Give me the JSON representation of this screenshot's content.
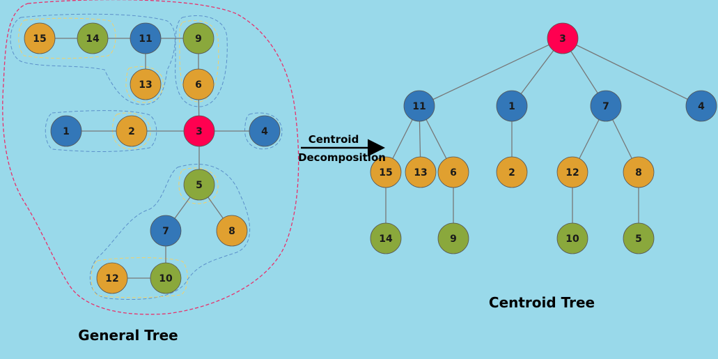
{
  "colors": {
    "background": "#99d9ea",
    "orange": "#e0a030",
    "green": "#8aa83c",
    "blue": "#3377b8",
    "red": "#ff0050",
    "edge": "#777777",
    "outer_boundary": "#e8306a",
    "inner_boundary_blue": "#5b8fc9",
    "inner_boundary_yellow": "#f2d16a"
  },
  "general_tree": {
    "caption": "General Tree",
    "nodes": {
      "15": "orange",
      "14": "green",
      "11": "blue",
      "9": "green",
      "13": "orange",
      "6": "orange",
      "1": "blue",
      "2": "orange",
      "3": "red",
      "4": "blue",
      "5": "green",
      "7": "blue",
      "8": "orange",
      "12": "orange",
      "10": "green"
    },
    "edges": [
      [
        "15",
        "14"
      ],
      [
        "14",
        "11"
      ],
      [
        "11",
        "9"
      ],
      [
        "11",
        "13"
      ],
      [
        "9",
        "6"
      ],
      [
        "6",
        "3"
      ],
      [
        "1",
        "2"
      ],
      [
        "2",
        "3"
      ],
      [
        "3",
        "4"
      ],
      [
        "3",
        "5"
      ],
      [
        "5",
        "7"
      ],
      [
        "5",
        "8"
      ],
      [
        "7",
        "10"
      ],
      [
        "12",
        "10"
      ]
    ]
  },
  "arrow": {
    "line1": "Centroid",
    "line2": "Decomposition"
  },
  "centroid_tree": {
    "caption": "Centroid Tree",
    "nodes": {
      "3": "red",
      "11": "blue",
      "1": "blue",
      "7": "blue",
      "4": "blue",
      "15": "orange",
      "13": "orange",
      "6": "orange",
      "2": "orange",
      "12": "orange",
      "8": "orange",
      "14": "green",
      "9": "green",
      "10": "green",
      "5": "green"
    },
    "edges": [
      [
        "3",
        "11"
      ],
      [
        "3",
        "1"
      ],
      [
        "3",
        "7"
      ],
      [
        "3",
        "4"
      ],
      [
        "11",
        "15"
      ],
      [
        "11",
        "13"
      ],
      [
        "11",
        "6"
      ],
      [
        "1",
        "2"
      ],
      [
        "7",
        "12"
      ],
      [
        "7",
        "8"
      ],
      [
        "15",
        "14"
      ],
      [
        "6",
        "9"
      ],
      [
        "12",
        "10"
      ],
      [
        "8",
        "5"
      ]
    ]
  }
}
